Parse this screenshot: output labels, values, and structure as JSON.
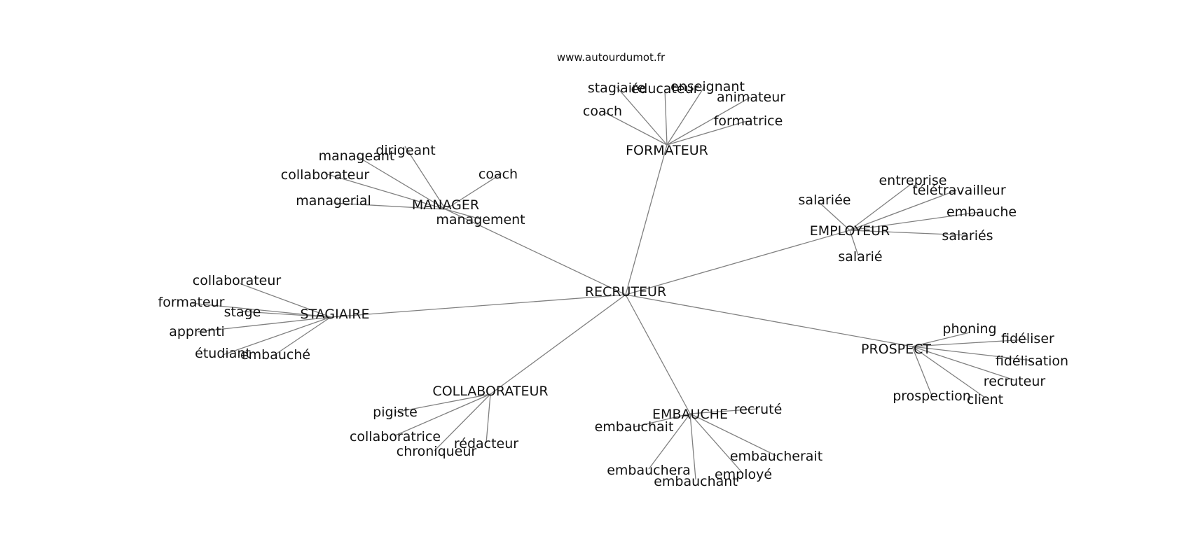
{
  "source": "www.autourdumot.fr",
  "center": "RECRUTEUR",
  "hubs": [
    {
      "label": "FORMATEUR",
      "words": [
        "stagiaire",
        "éducateur",
        "enseignant",
        "animateur",
        "coach",
        "formatrice"
      ]
    },
    {
      "label": "MANAGER",
      "words": [
        "dirigeant",
        "manageant",
        "collaborateur",
        "coach",
        "managerial",
        "management"
      ]
    },
    {
      "label": "EMPLOYEUR",
      "words": [
        "entreprise",
        "télétravailleur",
        "salariée",
        "embauche",
        "salariés",
        "salarié"
      ]
    },
    {
      "label": "STAGIAIRE",
      "words": [
        "collaborateur",
        "formateur",
        "stage",
        "apprenti",
        "étudiant",
        "embauché"
      ]
    },
    {
      "label": "PROSPECT",
      "words": [
        "phoning",
        "fidéliser",
        "fidélisation",
        "recruteur",
        "prospection",
        "client"
      ]
    },
    {
      "label": "COLLABORATEUR",
      "words": [
        "pigiste",
        "collaboratrice",
        "chroniqueur",
        "rédacteur"
      ]
    },
    {
      "label": "EMBAUCHE",
      "words": [
        "recruté",
        "embauchait",
        "embaucherait",
        "employé",
        "embauchera",
        "embauchant"
      ]
    }
  ]
}
